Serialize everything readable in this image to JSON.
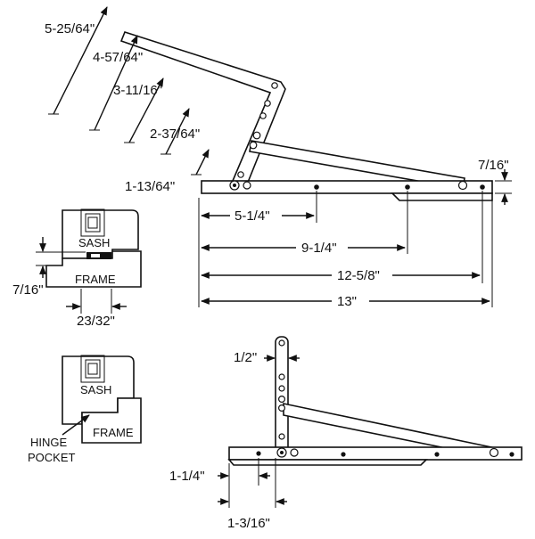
{
  "colors": {
    "line": "#111111",
    "background": "#ffffff"
  },
  "top_view": {
    "arm_dims": [
      "5-25/64\"",
      "4-57/64\"",
      "3-11/16\"",
      "2-37/64\"",
      "1-13/64\""
    ],
    "track_height": "7/16\"",
    "track_dims": [
      "5-1/4\"",
      "9-1/4\"",
      "12-5/8\"",
      "13\""
    ]
  },
  "section_top": {
    "sash_label": "SASH",
    "frame_label": "FRAME",
    "gap_dim": "7/16\"",
    "width_dim": "23/32\""
  },
  "section_bottom": {
    "sash_label": "SASH",
    "frame_label": "FRAME",
    "pocket_label_line1": "HINGE",
    "pocket_label_line2": "POCKET"
  },
  "bottom_view": {
    "arm_width": "1/2\"",
    "offset_dims": [
      "1-1/4\"",
      "1-3/16\""
    ]
  }
}
